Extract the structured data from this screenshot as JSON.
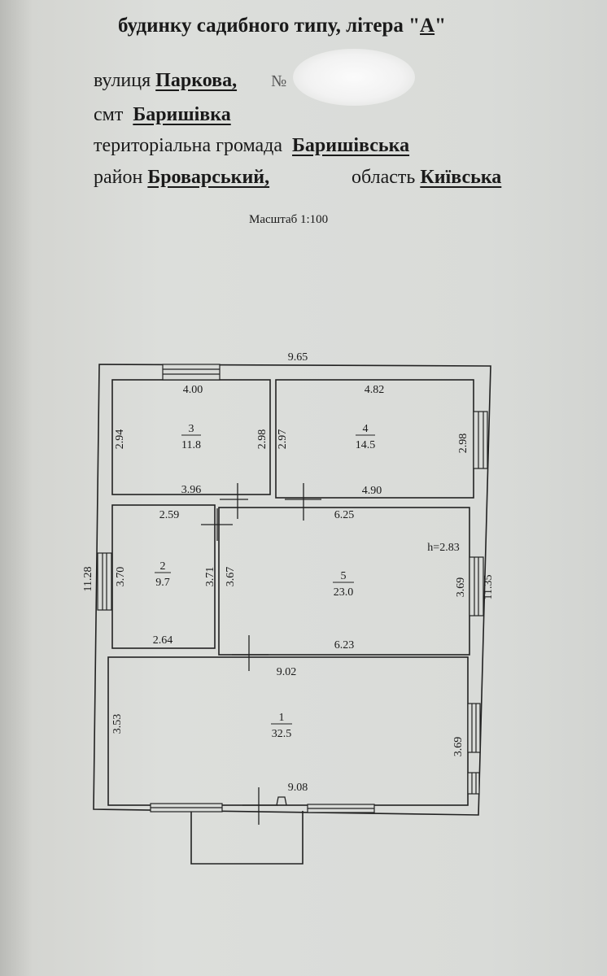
{
  "header": {
    "title_prefix": "будинку садибного типу, літера \"",
    "title_letter": "А",
    "title_suffix": "\"",
    "street_label": "вулиця",
    "street_value": "Паркова,",
    "number_label": "№",
    "settlement_label": "смт",
    "settlement_value": "Баришівка",
    "community_label": "територіальна громада",
    "community_value": "Баришівська",
    "district_label": "район",
    "district_value": "Броварський,",
    "region_label": "область",
    "region_value": "Київська",
    "scale": "Масштаб 1:100"
  },
  "plan": {
    "overall_top": "9.65",
    "overall_left": "11.28",
    "overall_right": "11.35",
    "ceiling_height": "h=2.83",
    "rooms": [
      {
        "number": "1",
        "area": "32.5",
        "dims": [
          "9.02",
          "9.08",
          "3.53",
          "3.69"
        ]
      },
      {
        "number": "2",
        "area": "9.7",
        "dims": [
          "2.59",
          "2.64",
          "3.70",
          "3.71"
        ]
      },
      {
        "number": "3",
        "area": "11.8",
        "dims": [
          "4.00",
          "3.96",
          "2.94",
          "2.98"
        ]
      },
      {
        "number": "4",
        "area": "14.5",
        "dims": [
          "4.82",
          "4.90",
          "2.97",
          "2.98"
        ]
      },
      {
        "number": "5",
        "area": "23.0",
        "dims": [
          "6.25",
          "6.23",
          "3.67",
          "3.69"
        ]
      }
    ]
  }
}
